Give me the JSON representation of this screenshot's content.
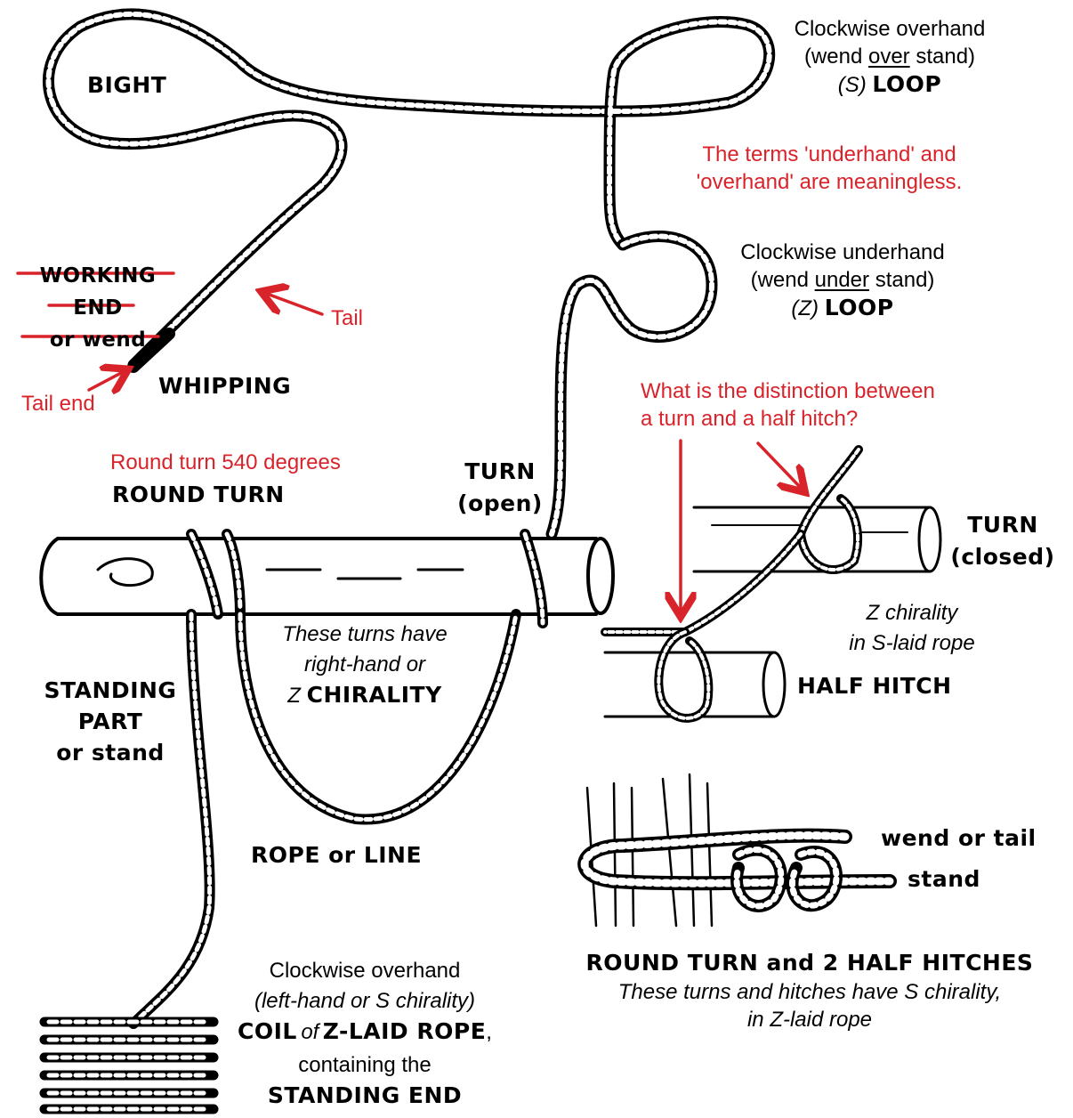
{
  "title": "Rope and knot terminology diagram",
  "colors": {
    "annotation": "#d8232a",
    "ink": "#000000",
    "background": "#ffffff"
  },
  "labels": {
    "bight": "BIGHT",
    "s_loop": {
      "line1": "Clockwise overhand",
      "line2_pre": "(wend ",
      "line2_ul": "over",
      "line2_post": " stand)",
      "line3_italic": "(S)",
      "line3_bold": "LOOP"
    },
    "z_loop": {
      "line1": "Clockwise underhand",
      "line2_pre": "(wend ",
      "line2_ul": "under",
      "line2_post": " stand)",
      "line3_italic": "(Z)",
      "line3_bold": "LOOP"
    },
    "working_end": [
      "WORKING",
      "END",
      "or wend"
    ],
    "whipping": "WHIPPING",
    "round_turn": "ROUND TURN",
    "turn_open": [
      "TURN",
      "(open)"
    ],
    "turn_closed": [
      "TURN",
      "(closed)"
    ],
    "half_hitch": "HALF HITCH",
    "z_chirality_s_laid": [
      "Z chirality",
      "in S-laid rope"
    ],
    "standing_part": [
      "STANDING",
      "PART",
      "or stand"
    ],
    "these_turns": {
      "line1": "These turns have",
      "line2": "right-hand or",
      "line3_italic": "Z",
      "line3_bold": "CHIRALITY"
    },
    "rope_or_line": "ROPE or LINE",
    "wend_or_tail": "wend or tail",
    "stand": "stand",
    "rt2hh": {
      "title": "ROUND TURN and 2 HALF HITCHES",
      "line2": "These turns and hitches have S chirality,",
      "line3": "in Z-laid rope"
    },
    "coil": {
      "line1": "Clockwise overhand",
      "line2": "(left-hand or S chirality)",
      "line3_b1": "COIL",
      "line3_i": "of",
      "line3_b2": "Z-LAID ROPE",
      "line3_comma": ",",
      "line4": "containing the",
      "line5": "STANDING END"
    }
  },
  "annotations": {
    "meaningless": [
      "The terms 'underhand' and",
      "'overhand' are meaningless."
    ],
    "tail": "Tail",
    "tail_end": "Tail end",
    "round_turn_degrees": "Round turn 540 degrees",
    "distinction": [
      "What is the distinction between",
      "a turn and a half hitch?"
    ]
  }
}
